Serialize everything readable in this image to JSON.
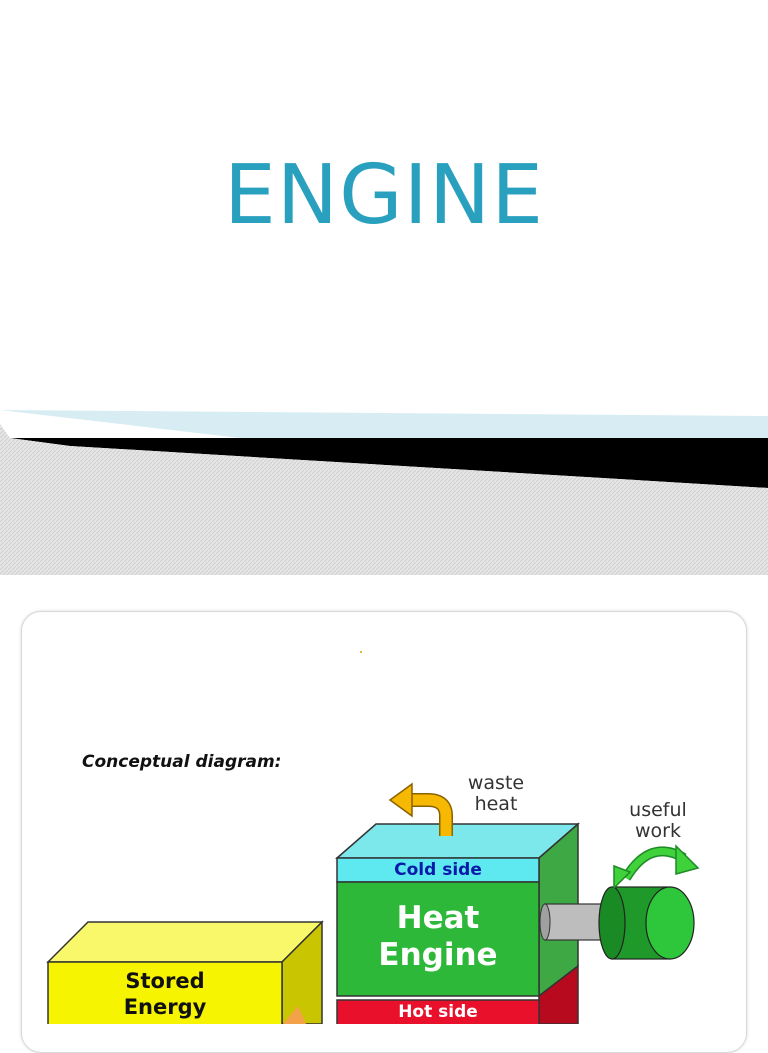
{
  "slide": {
    "title": "ENGINE"
  },
  "diagram": {
    "caption": "Conceptual diagram:",
    "waste_heat": [
      "waste",
      "heat"
    ],
    "useful_work": [
      "useful",
      "work"
    ],
    "cold_side": "Cold side",
    "hot_side": "Hot side",
    "engine_label": [
      "Heat",
      "Engine"
    ],
    "stored_energy": [
      "Stored",
      "Energy"
    ],
    "colors": {
      "title": "#2aa0bf",
      "cold_side": "#5ee8f0",
      "engine": "#2db83a",
      "hot_side": "#e8102a",
      "stored_energy": "#f6f400",
      "waste_arrow": "#f6b800",
      "work_arrow": "#3fd23a"
    }
  }
}
